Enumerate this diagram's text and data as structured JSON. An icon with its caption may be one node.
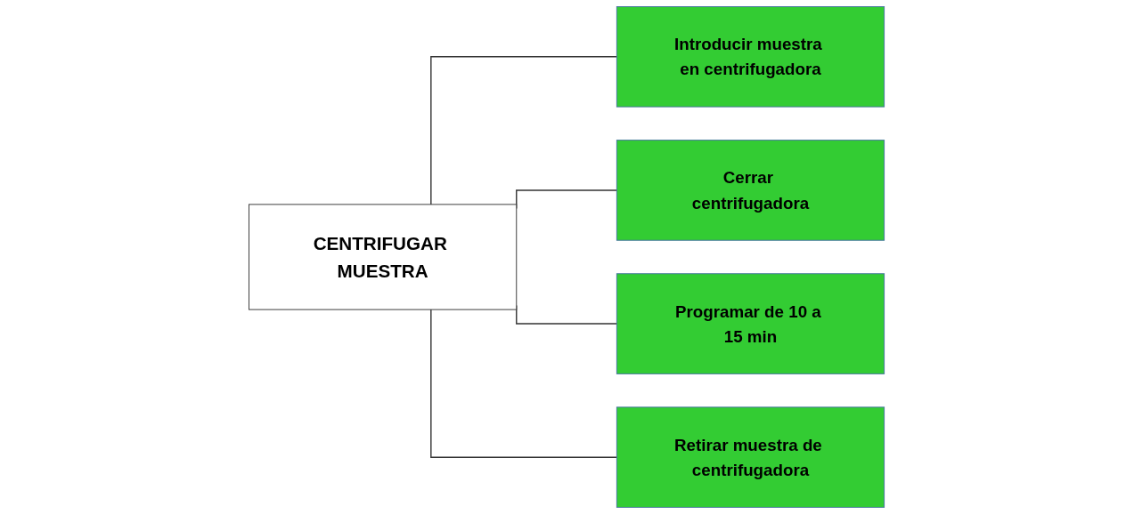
{
  "diagram": {
    "nodes": [
      {
        "text": [
          "CENTRIFUGAR MUESTRA"
        ]
      },
      {
        "text": [
          "Introducir muestra en centrifugadora"
        ]
      },
      {
        "text": [
          "Cerrar centrifugadora"
        ]
      },
      {
        "text": [
          "Programar de 10 a 15 min"
        ]
      },
      {
        "text": [
          "Retirar muestra de centrifugadora"
        ]
      }
    ],
    "edges": [
      {
        "from": 0,
        "to": 1,
        "arrow": "none"
      },
      {
        "from": 0,
        "to": 2,
        "arrow": "none"
      },
      {
        "from": 0,
        "to": 3,
        "arrow": "none"
      },
      {
        "from": 0,
        "to": 4,
        "arrow": "none"
      }
    ]
  }
}
